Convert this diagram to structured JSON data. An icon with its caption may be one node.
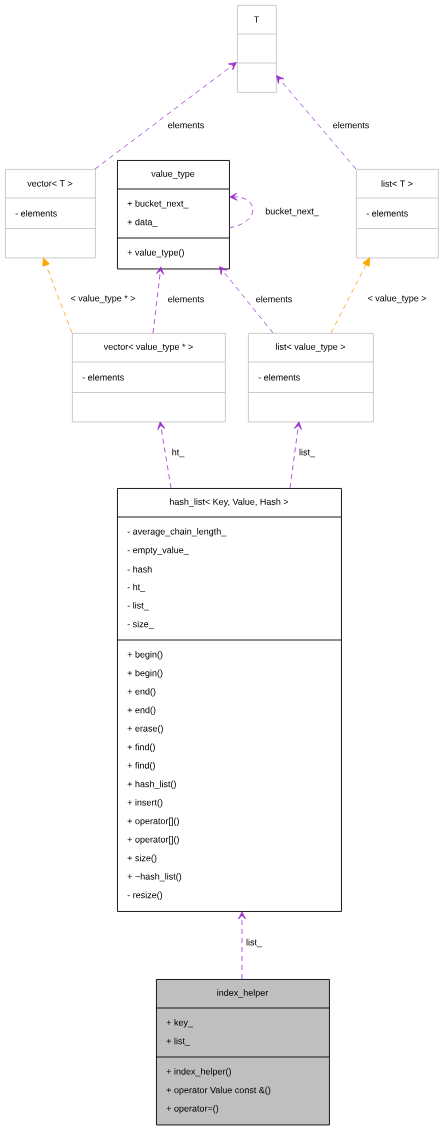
{
  "diagram": {
    "nodes": [
      {
        "text": [
          "T"
        ]
      },
      {
        "text": [
          "vector< T >",
          "- elements"
        ]
      },
      {
        "text": [
          "value_type",
          "+ bucket_next_",
          "+ data_",
          "+ value_type()"
        ]
      },
      {
        "text": [
          "list< T >",
          "- elements"
        ]
      },
      {
        "text": [
          "vector< value_type * >",
          "- elements"
        ]
      },
      {
        "text": [
          "list< value_type >",
          "- elements"
        ]
      },
      {
        "text": [
          "hash_list< Key, Value, Hash >",
          "- average_chain_length_",
          "- empty_value_",
          "- hash",
          "- ht_",
          "- list_",
          "- size_",
          "+ begin()",
          "+ begin()",
          "+ end()",
          "+ end()",
          "+ erase()",
          "+ find()",
          "+ find()",
          "+ hash_list()",
          "+ insert()",
          "+ operator[]()",
          "+ operator[]()",
          "+ size()",
          "+ ~hash_list()",
          "- resize()"
        ]
      },
      {
        "text": [
          "index_helper",
          "+ key_",
          "+ list_",
          "+ index_helper()",
          "+ operator Value const &()",
          "+ operator=()"
        ]
      }
    ],
    "edges": [
      {
        "from": 1,
        "to": 0,
        "arrow": "to",
        "label": "elements",
        "style": "dashed"
      },
      {
        "from": 3,
        "to": 0,
        "arrow": "to",
        "label": "elements",
        "style": "dashed"
      },
      {
        "from": 2,
        "to": 2,
        "arrow": "to",
        "label": "bucket_next_",
        "style": "dashed"
      },
      {
        "from": 4,
        "to": 1,
        "arrow": "to",
        "label": "< value_type * >",
        "style": "dashed",
        "color": "#ffa500"
      },
      {
        "from": 4,
        "to": 2,
        "arrow": "to",
        "label": "elements",
        "style": "dashed"
      },
      {
        "from": 5,
        "to": 2,
        "arrow": "to",
        "label": "elements",
        "style": "dashed"
      },
      {
        "from": 5,
        "to": 3,
        "arrow": "to",
        "label": "< value_type >",
        "style": "dashed",
        "color": "#ffa500"
      },
      {
        "from": 6,
        "to": 4,
        "arrow": "to",
        "label": "ht_",
        "style": "dashed"
      },
      {
        "from": 6,
        "to": 5,
        "arrow": "to",
        "label": "list_",
        "style": "dashed"
      },
      {
        "from": 7,
        "to": 6,
        "arrow": "to",
        "label": "list_",
        "style": "dashed"
      }
    ]
  }
}
